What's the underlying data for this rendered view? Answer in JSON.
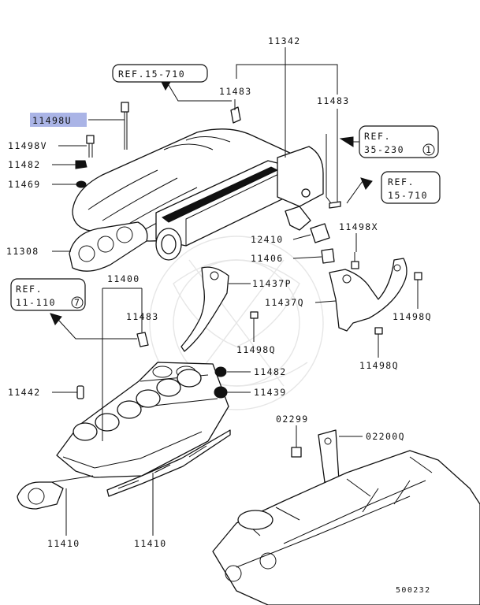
{
  "diagram_id": "500232",
  "callouts": {
    "p11342": "11342",
    "p11483_a": "11483",
    "p11483_b": "11483",
    "p11498U": "11498U",
    "p11498V": "11498V",
    "p11482_a": "11482",
    "p11469": "11469",
    "p11308": "11308",
    "p11400": "11400",
    "p11483_c": "11483",
    "p11442": "11442",
    "p11482_b": "11482",
    "p11439": "11439",
    "p11498X": "11498X",
    "p12410": "12410",
    "p11406": "11406",
    "p11437P": "11437P",
    "p11437Q": "11437Q",
    "p11498Q_a": "11498Q",
    "p11498Q_b": "11498Q",
    "p11498Q_c": "11498Q",
    "p02299": "02299",
    "p02200Q": "02200Q",
    "p11410_a": "11410",
    "p11410_b": "11410"
  },
  "refs": {
    "ref1": {
      "line1": "REF.15-710",
      "line2": ""
    },
    "ref2": {
      "line1": "REF.",
      "line2": "35-230",
      "num": "1"
    },
    "ref3": {
      "line1": "REF.",
      "line2": "15-710"
    },
    "ref4": {
      "line1": "REF.",
      "line2": "11-110",
      "num": "7"
    }
  },
  "colors": {
    "highlight": "#aab4e6",
    "ink": "#111111",
    "watermark": "#e6e6e6"
  }
}
